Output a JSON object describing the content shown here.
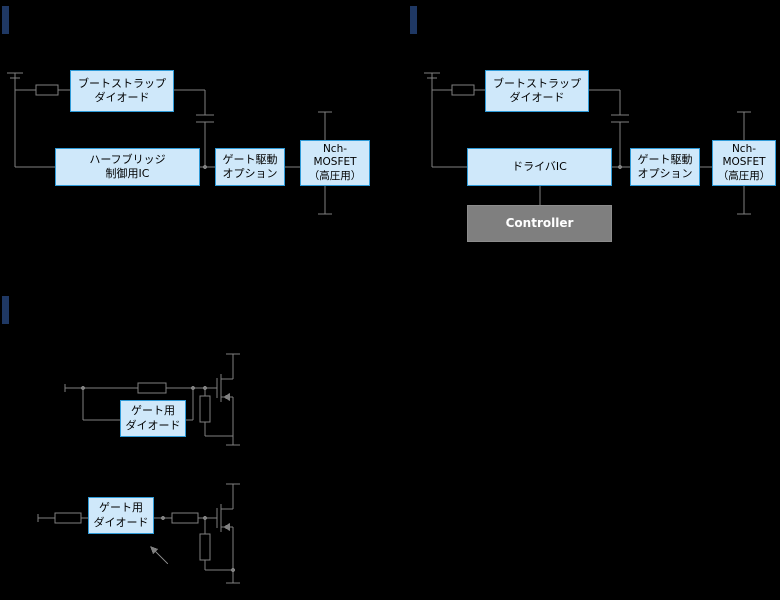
{
  "colors": {
    "background": "#000000",
    "box_fill": "#cfe8fa",
    "box_border": "#2f9bd8",
    "wire": "#808080",
    "section_marker": "#1f3864",
    "controller_fill": "#7f7f7f",
    "controller_text": "#ffffff"
  },
  "sections": {
    "top_left": {
      "boxes": {
        "bootstrap_diode": "ブートストラップ\nダイオード",
        "half_bridge_ic": "ハーフブリッジ\n制御用IC",
        "gate_drive_option": "ゲート駆動\nオプション",
        "nch_mosfet": "Nch-\nMOSFET\n（高圧用）"
      }
    },
    "top_right": {
      "boxes": {
        "bootstrap_diode": "ブートストラップ\nダイオード",
        "driver_ic": "ドライバIC",
        "controller": "Controller",
        "gate_drive_option": "ゲート駆動\nオプション",
        "nch_mosfet": "Nch-\nMOSFET\n（高圧用）"
      }
    },
    "bottom_left": {
      "boxes": {
        "gate_diode_top": "ゲート用\nダイオード",
        "gate_diode_bottom": "ゲート用\nダイオード"
      }
    }
  }
}
